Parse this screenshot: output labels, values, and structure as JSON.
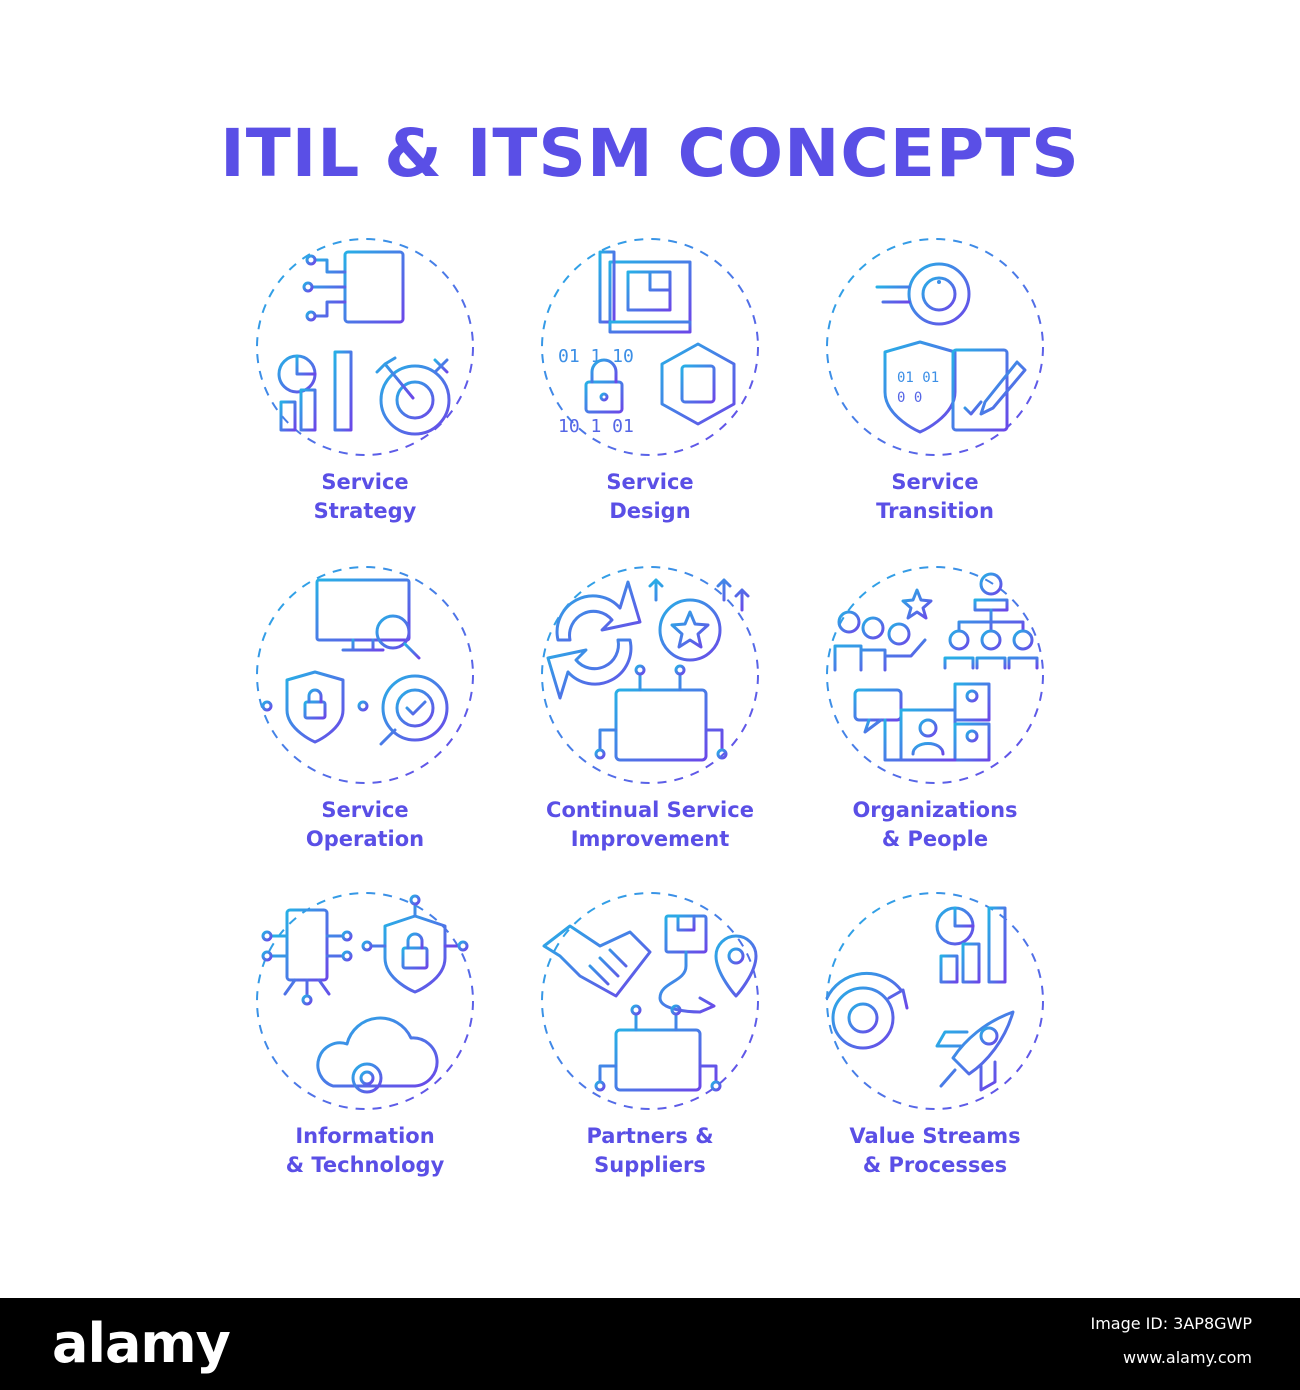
{
  "title": "ITIL & ITSM CONCEPTS",
  "accent_color": "#5a4fe6",
  "gradient": [
    "#27b0e6",
    "#6b47e8"
  ],
  "concepts": [
    {
      "line1": "Service",
      "line2": "Strategy",
      "icons": [
        "circuit-document-icon",
        "bar-chart-icon",
        "target-icon"
      ]
    },
    {
      "line1": "Service",
      "line2": "Design",
      "icons": [
        "blueprint-icon",
        "binary-lock-icon",
        "network-server-icon"
      ]
    },
    {
      "line1": "Service",
      "line2": "Transition",
      "icons": [
        "info-gear-icon",
        "binary-shield-icon",
        "checklist-pencil-icon"
      ]
    },
    {
      "line1": "Service",
      "line2": "Operation",
      "icons": [
        "monitor-search-icon",
        "lock-shield-icon",
        "gear-check-icon"
      ]
    },
    {
      "line1": "Continual Service",
      "line2": "Improvement",
      "icons": [
        "refresh-arrows-icon",
        "star-gear-icon",
        "circuit-window-icon"
      ]
    },
    {
      "line1": "Organizations",
      "line2": "& People",
      "icons": [
        "team-star-icon",
        "org-chart-icon",
        "video-call-icon"
      ]
    },
    {
      "line1": "Information",
      "line2": "& Technology",
      "icons": [
        "circuit-server-icon",
        "lock-shield-icon",
        "cloud-gear-icon"
      ]
    },
    {
      "line1": "Partners &",
      "line2": "Suppliers",
      "icons": [
        "handshake-icon",
        "package-location-icon",
        "circuit-window-icon"
      ]
    },
    {
      "line1": "Value Streams",
      "line2": "& Processes",
      "icons": [
        "bar-chart-icon",
        "gear-cycle-icon",
        "rocket-icon"
      ]
    }
  ],
  "footer": {
    "brand": "alamy",
    "image_id": "Image ID: 3AP8GWP",
    "site": "www.alamy.com"
  }
}
